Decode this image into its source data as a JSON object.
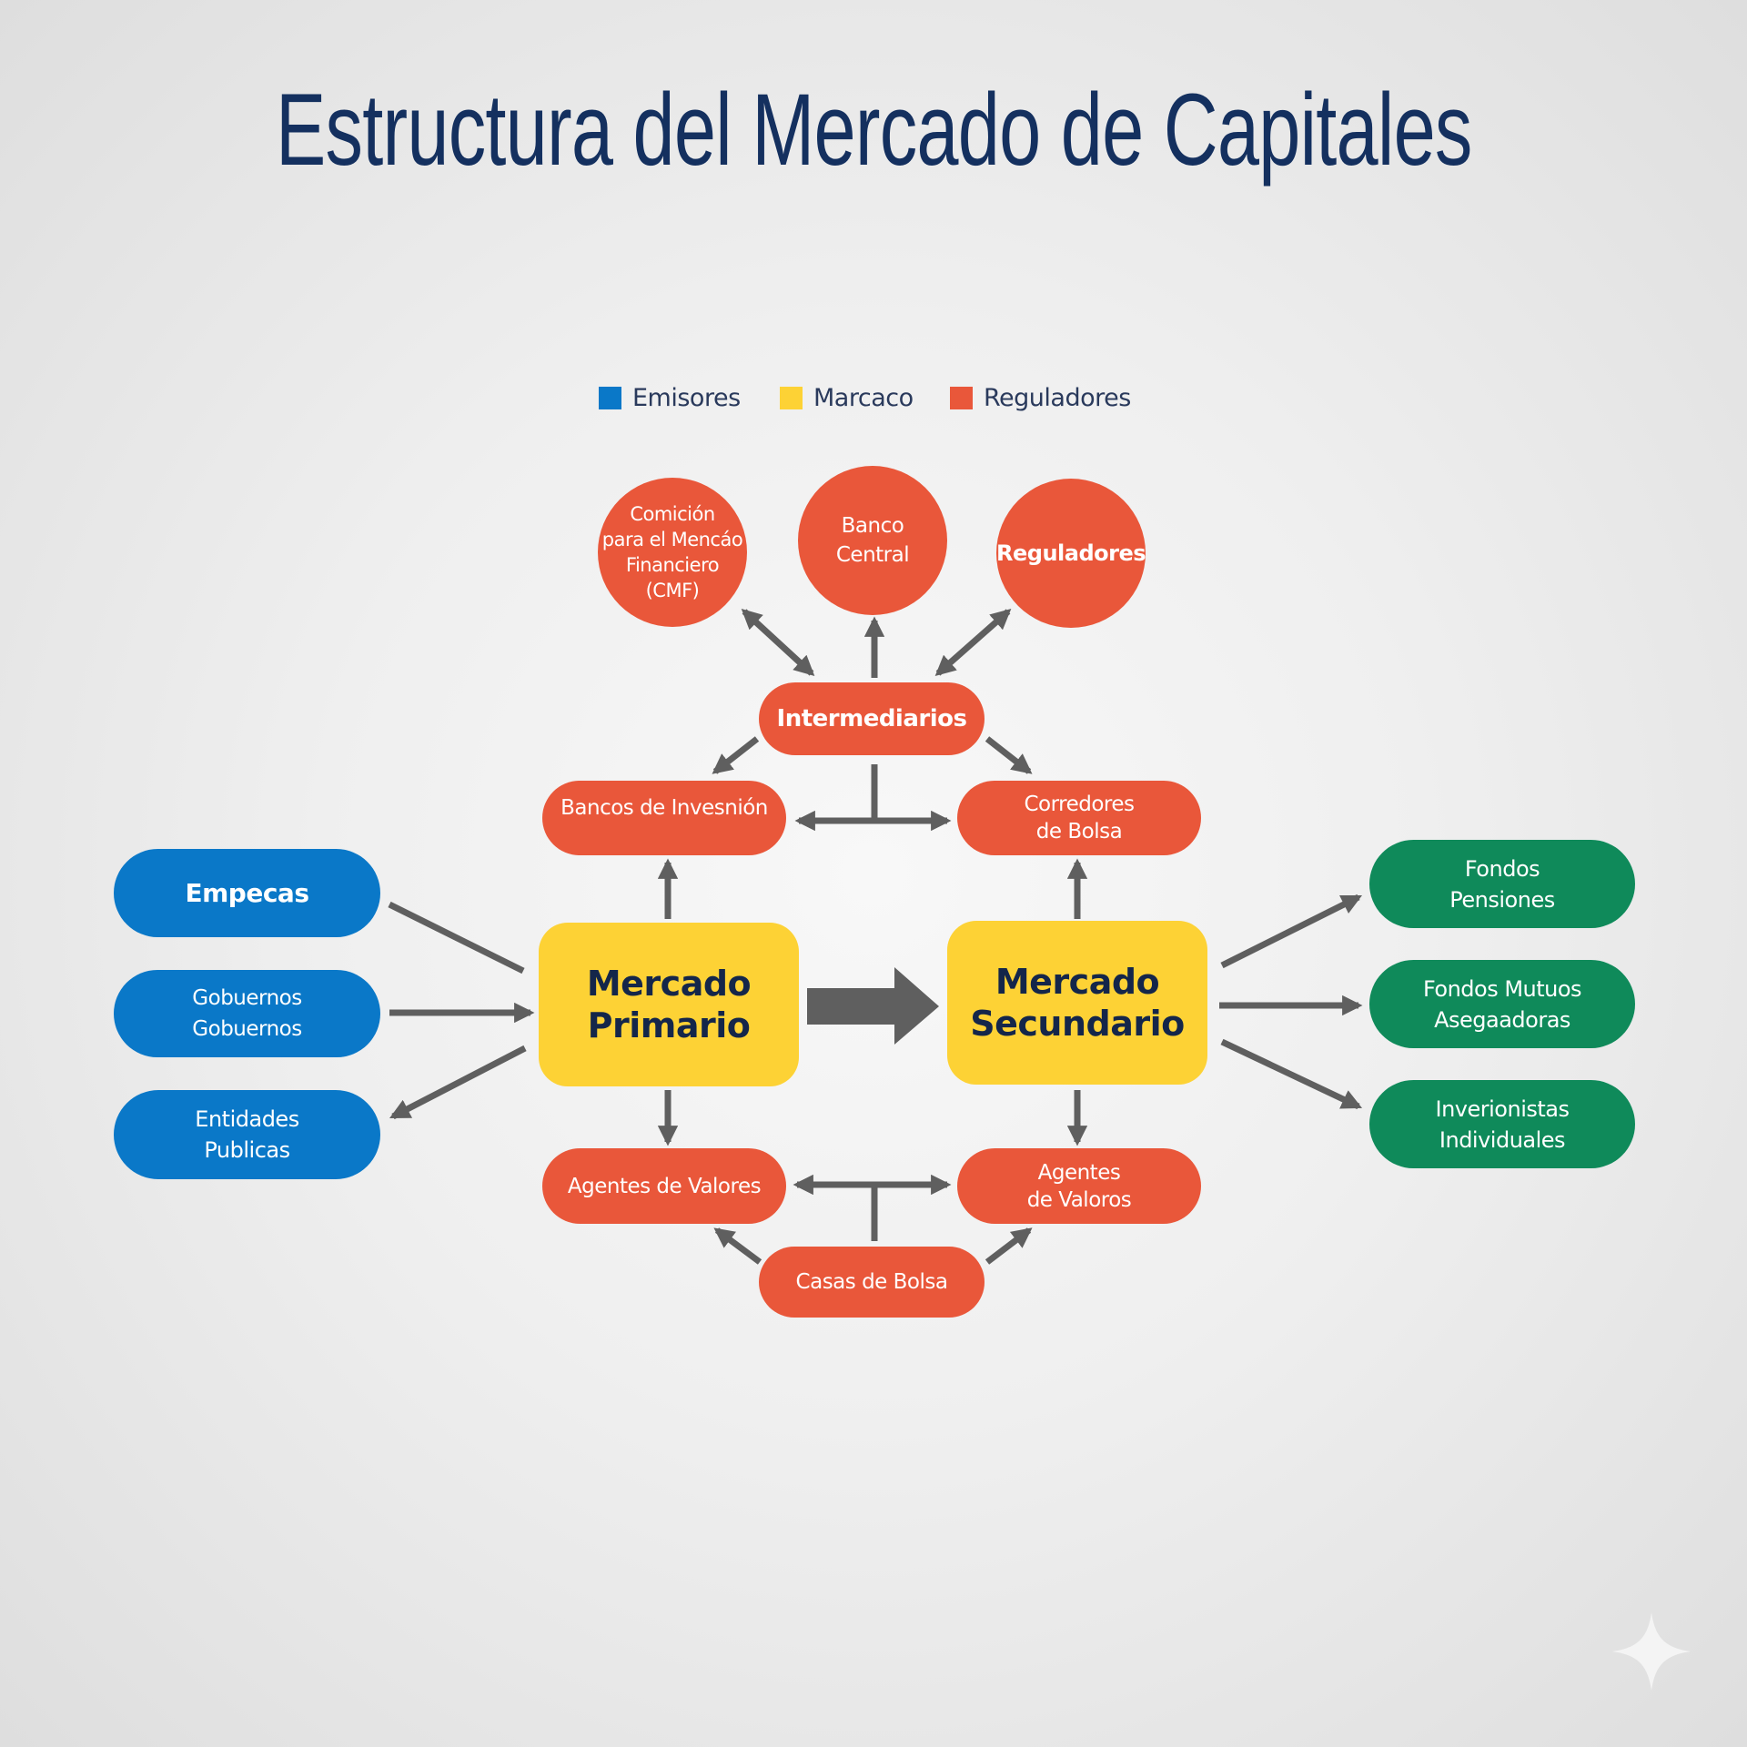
{
  "title": "Estructura del Mercado de Capitales",
  "legend": [
    {
      "label": "Emisores",
      "color": "#0a78c8"
    },
    {
      "label": "Marcaco",
      "color": "#fdd235"
    },
    {
      "label": "Reguladores",
      "color": "#e9573a"
    }
  ],
  "reguladores": {
    "cmf": "Comición\npara el Mencáo\nFinanciero\n(CMF)",
    "banco_central": "Banco\nCentral",
    "reguladores": "Reguladores"
  },
  "intermediarios": {
    "main": "Intermediarios",
    "bancos": "Bancos de Invesnión",
    "corredores": "Corredores\nde Bolsa",
    "agentes_left": "Agentes de Valores",
    "agentes_right": "Agentes\nde Valoros",
    "casas": "Casas de Bolsa"
  },
  "mercados": {
    "primario": "Mercado\nPrimario",
    "secundario": "Mercado\nSecundario"
  },
  "emisores": [
    "Empecas",
    "Gobuernos\nGobuernos",
    "Entidades\nPublicas"
  ],
  "inversionistas": [
    "Fondos\nPensiones",
    "Fondos Mutuos\nAsegaadoras",
    "Inverionistas\nIndividuales"
  ],
  "colors": {
    "regulador": "#e9573a",
    "mercado": "#fdd235",
    "emisor": "#0a78c8",
    "inversionista": "#0f8a5a",
    "arrow": "#5f5f5f",
    "title": "#14305f"
  }
}
